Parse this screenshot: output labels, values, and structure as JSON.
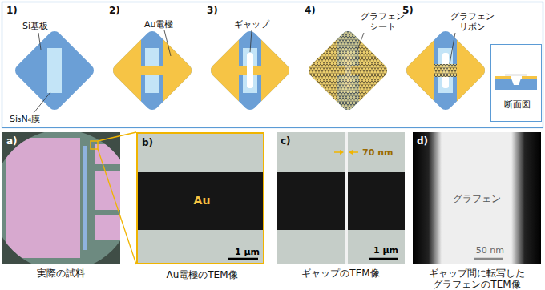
{
  "diagram": {
    "nodes": [
      {
        "text": [
          "断面図"
        ]
      },
      {
        "text": [
          "a)",
          "実際の試料"
        ]
      },
      {
        "text": [
          "b)",
          "Au",
          "1 µm",
          "Au電極のTEM像"
        ]
      },
      {
        "text": [
          "c)",
          "70 nm",
          "1 µm",
          "ギャップのTEM像"
        ]
      },
      {
        "text": [
          "d)",
          "グラフェン",
          "50 nm",
          "ギャップ間に転写した グラフェンのTEM像"
        ]
      }
    ],
    "edges": [
      {
        "from": 1,
        "to": 2,
        "arrow": "none"
      },
      {
        "from": 1,
        "to": 2,
        "arrow": "none"
      }
    ],
    "labels": [
      "1)",
      "Si基板",
      "Si₃N₄膜",
      "2)",
      "Au電極",
      "3)",
      "ギャップ",
      "4)",
      "グラフェン シート",
      "5)",
      "グラフェン リボン"
    ]
  }
}
